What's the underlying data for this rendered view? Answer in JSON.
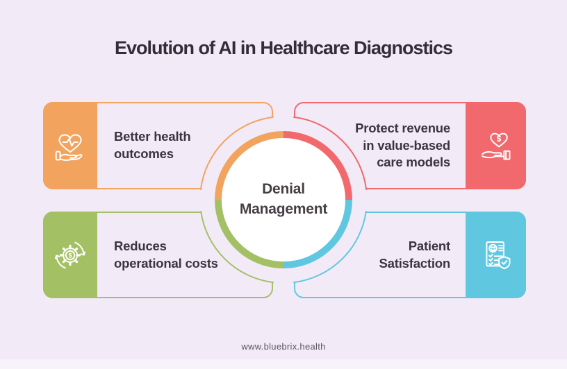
{
  "title": "Evolution of AI in Healthcare Diagnostics",
  "center": {
    "label": "Denial\nManagement"
  },
  "cards": [
    {
      "id": "better-health-outcomes",
      "label": "Better health\noutcomes",
      "icon": "heart-pulse-hand-icon",
      "color": "#F2A45F",
      "position": "top-left"
    },
    {
      "id": "protect-revenue",
      "label": "Protect revenue\nin value-based\ncare models",
      "icon": "heart-dollar-hand-icon",
      "color": "#F1696D",
      "position": "top-right"
    },
    {
      "id": "reduces-operational-costs",
      "label": "Reduces\noperational costs",
      "icon": "gear-dollar-icon",
      "color": "#A4C065",
      "position": "bottom-left"
    },
    {
      "id": "patient-satisfaction",
      "label": "Patient\nSatisfaction",
      "icon": "document-checklist-icon",
      "color": "#5FC8E0",
      "position": "bottom-right"
    }
  ],
  "footer": {
    "url": "www.bluebrix.health"
  },
  "colors": {
    "background": "#F3EAF8",
    "heading_text": "#332D38",
    "card_text": "#3B3542",
    "center_text": "#453E44",
    "footer_text": "#5D5664",
    "circle_fill": "#FFFFFF"
  }
}
